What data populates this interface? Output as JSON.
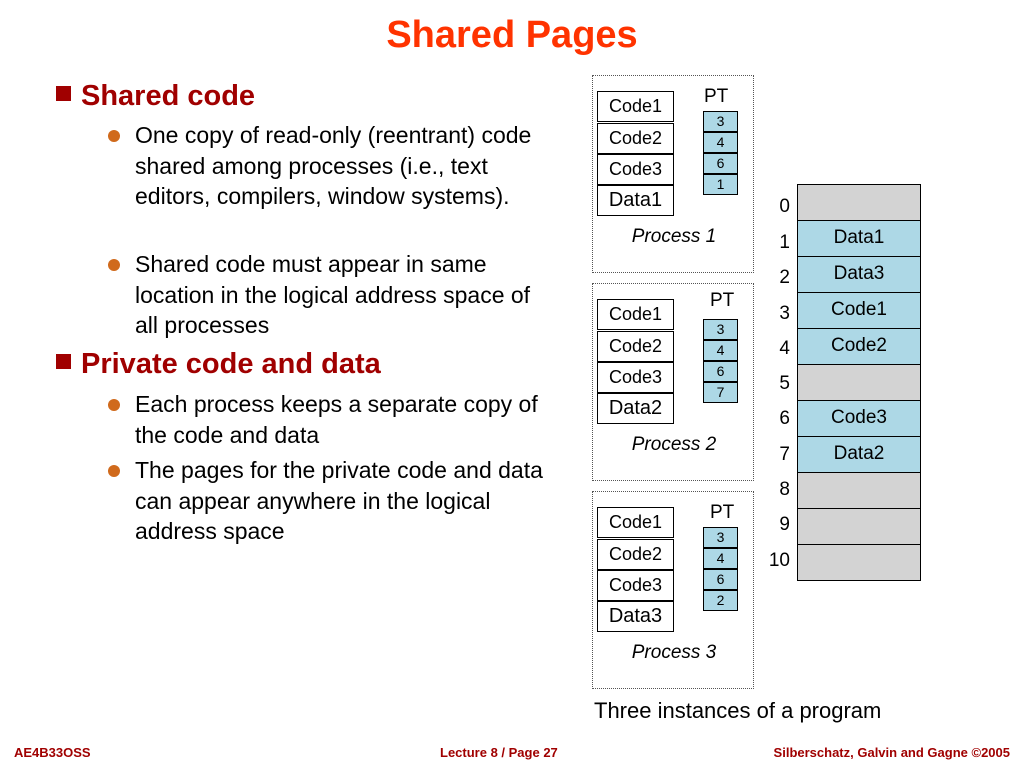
{
  "slide": {
    "title": "Shared Pages"
  },
  "bullets": [
    {
      "heading": "Shared code",
      "items": [
        "One copy of read-only (reentrant) code shared among processes (i.e., text editors, compilers, window systems).",
        "Shared code must appear in same location in the logical address space of all processes"
      ]
    },
    {
      "heading": "Private code and data",
      "items": [
        "Each process keeps a separate copy of the code and data",
        "The pages for the private code and data can appear anywhere in the logical address space"
      ]
    }
  ],
  "diagram": {
    "pt_label": "PT",
    "processes": [
      {
        "name": "Process 1",
        "pages": [
          "Code1",
          "Code2",
          "Code3",
          "Data1"
        ],
        "page_table": [
          "3",
          "4",
          "6",
          "1"
        ]
      },
      {
        "name": "Process 2",
        "pages": [
          "Code1",
          "Code2",
          "Code3",
          "Data2"
        ],
        "page_table": [
          "3",
          "4",
          "6",
          "7"
        ]
      },
      {
        "name": "Process 3",
        "pages": [
          "Code1",
          "Code2",
          "Code3",
          "Data3"
        ],
        "page_table": [
          "3",
          "4",
          "6",
          "2"
        ]
      }
    ],
    "memory": {
      "frames": [
        {
          "index": "0",
          "content": ""
        },
        {
          "index": "1",
          "content": "Data1"
        },
        {
          "index": "2",
          "content": "Data3"
        },
        {
          "index": "3",
          "content": "Code1"
        },
        {
          "index": "4",
          "content": "Code2"
        },
        {
          "index": "5",
          "content": ""
        },
        {
          "index": "6",
          "content": "Code3"
        },
        {
          "index": "7",
          "content": "Data2"
        },
        {
          "index": "8",
          "content": ""
        },
        {
          "index": "9",
          "content": ""
        },
        {
          "index": "10",
          "content": ""
        }
      ],
      "filled_color": "#add8e6",
      "empty_color": "#d3d3d3"
    },
    "caption": "Three instances of a program"
  },
  "footer": {
    "left": "AE4B33OSS",
    "center": "Lecture 8 / Page 27",
    "right": "Silberschatz, Galvin and Gagne ©2005"
  },
  "colors": {
    "title": "#ff3300",
    "heading": "#a00000",
    "bullet_dot": "#d06a1c"
  }
}
